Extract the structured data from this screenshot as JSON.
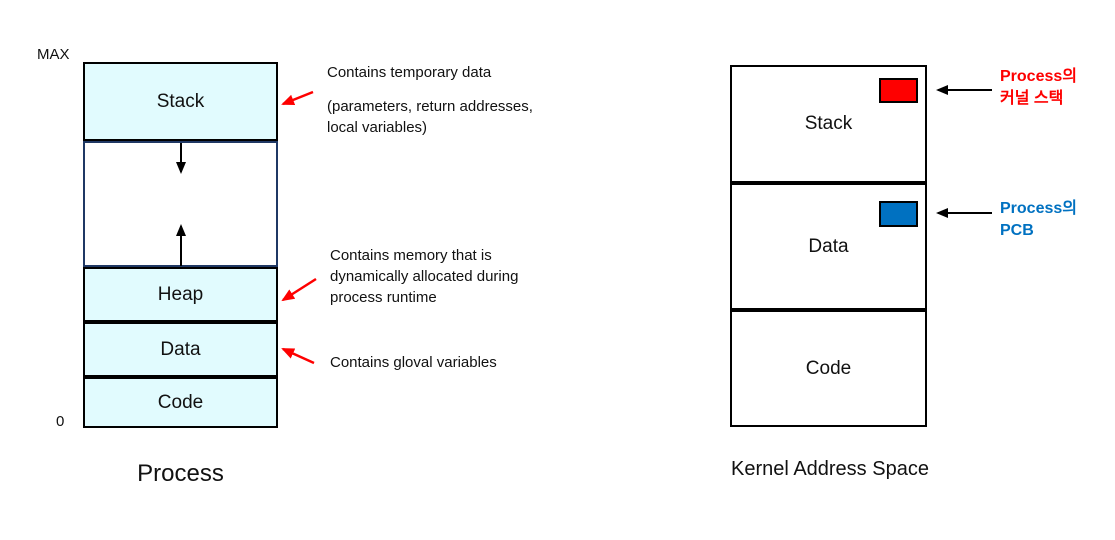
{
  "colors": {
    "segment_fill": "#e1fbfe",
    "gap_border": "#1f3864",
    "box_border": "#000000",
    "red": "#fe0000",
    "blue": "#0071c1"
  },
  "process_diagram": {
    "max_label": "MAX",
    "zero_label": "0",
    "title": "Process",
    "segments": {
      "stack": "Stack",
      "heap": "Heap",
      "data": "Data",
      "code": "Code"
    },
    "annotations": {
      "stack_intro": "Contains temporary data",
      "stack_detail": "(parameters, return addresses, local variables)",
      "heap": "Contains memory that is dynamically allocated during process runtime",
      "data": "Contains gloval variables"
    }
  },
  "kernel_diagram": {
    "title": "Kernel Address Space",
    "segments": {
      "stack": "Stack",
      "data": "Data",
      "code": "Code"
    },
    "kernel_stack_label": {
      "line1": "Process의",
      "line2": "커널 스택"
    },
    "pcb_label": {
      "line1": "Process의",
      "line2": "PCB"
    }
  }
}
